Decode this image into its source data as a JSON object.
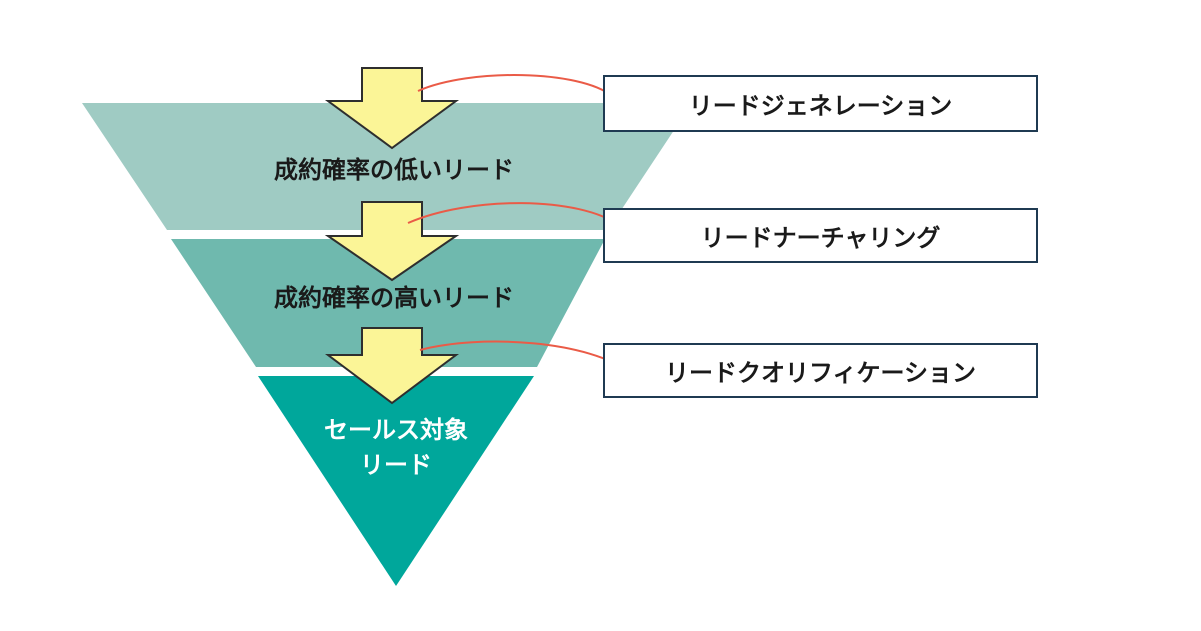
{
  "funnel": {
    "stages": [
      {
        "label": "成約確率の低いリード",
        "color": "#9fcbc3"
      },
      {
        "label": "成約確率の高いリード",
        "color": "#6fb9ae"
      },
      {
        "label_line1": "セールス対象",
        "label_line2": "リード",
        "color": "#00a79b"
      }
    ],
    "arrow_color": "#fbf597",
    "arrow_stroke": "#2e2e2e",
    "connector_color": "#ea5b47"
  },
  "processes": [
    {
      "label": "リードジェネレーション"
    },
    {
      "label": "リードナーチャリング"
    },
    {
      "label": "リードクオリフィケーション"
    }
  ],
  "colors": {
    "box_border": "#1f3a52",
    "background": "#ffffff"
  }
}
